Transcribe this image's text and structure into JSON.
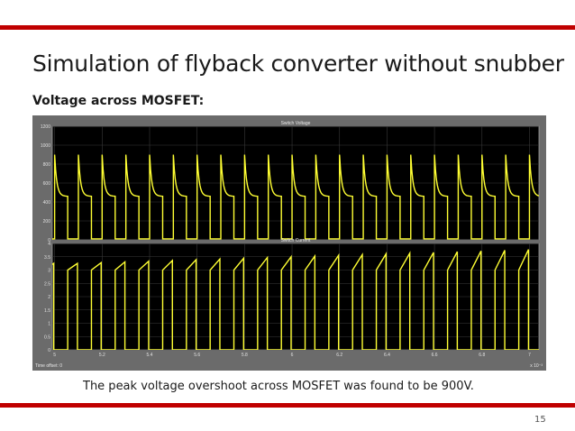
{
  "slide": {
    "title": "Simulation of flyback converter without snubber",
    "subtitle": "Voltage across MOSFET:",
    "caption": "The peak voltage overshoot across MOSFET was found to be 900V.",
    "page_number": "15"
  },
  "colors": {
    "accent_bar": "#c00000",
    "scope_frame": "#6b6b6b",
    "plot_background": "#000000",
    "trace": "#ffff33",
    "grid": "#3a3a3a",
    "tick_text": "#e0e0e0"
  },
  "scope_footer": {
    "time_offset_label": "Time offset: 0",
    "x_exponent_label": "x 10⁻³"
  },
  "chart_data": [
    {
      "type": "line",
      "title": "Switch Voltage",
      "xlabel": "",
      "ylabel": "",
      "xlim": [
        4.99,
        7.04
      ],
      "ylim": [
        0,
        1200
      ],
      "x_ticks": [
        5,
        5.2,
        5.4,
        5.6,
        5.8,
        6,
        6.2,
        6.4,
        6.6,
        6.8,
        7
      ],
      "y_ticks": [
        0,
        200,
        400,
        600,
        800,
        1000,
        1200
      ],
      "y_tick_labels": [
        "0",
        "200",
        "400",
        "600",
        "800",
        "1000",
        "1200"
      ],
      "grid": true,
      "waveform": {
        "period": 0.1,
        "off_start": 0.0,
        "on_start": 0.055,
        "peak_voltage": 900,
        "plateau_voltage": 460,
        "on_voltage": 10,
        "decay_time_constant": 0.009
      }
    },
    {
      "type": "line",
      "title": "Switch Current",
      "xlabel": "",
      "ylabel": "",
      "xlim": [
        4.99,
        7.04
      ],
      "ylim": [
        0,
        4
      ],
      "x_ticks": [
        5,
        5.2,
        5.4,
        5.6,
        5.8,
        6,
        6.2,
        6.4,
        6.6,
        6.8,
        7
      ],
      "x_tick_labels": [
        "5",
        "5.2",
        "5.4",
        "5.6",
        "5.8",
        "6",
        "6.2",
        "6.4",
        "6.6",
        "6.8",
        "7"
      ],
      "y_ticks": [
        0,
        0.5,
        1,
        1.5,
        2,
        2.5,
        3,
        3.5,
        4
      ],
      "y_tick_labels": [
        "0",
        "0.5",
        "1",
        "1.5",
        "2",
        "2.5",
        "3",
        "3.5",
        "4"
      ],
      "grid": true,
      "waveform": {
        "period": 0.1,
        "on_start": 0.055,
        "on_end": 0.1,
        "start_current": 3.0,
        "peak_current_first": 3.25,
        "peak_current_last": 3.8
      }
    }
  ]
}
